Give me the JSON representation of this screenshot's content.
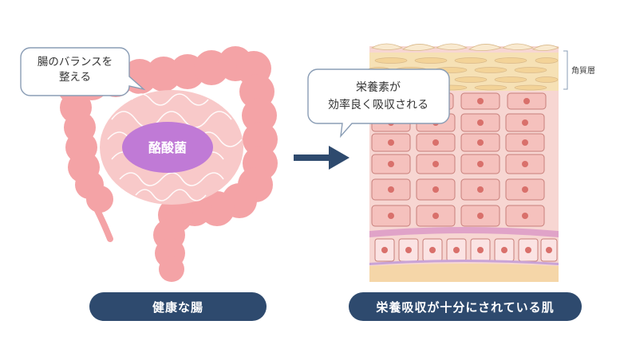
{
  "left_panel": {
    "speech_bubble": [
      "腸のバランスを",
      "整える"
    ],
    "center_label": "酪酸菌",
    "caption": "健康な腸"
  },
  "right_panel": {
    "speech_bubble": [
      "栄養素が",
      "効率良く吸収される"
    ],
    "side_label": "角質層",
    "caption": "栄養吸収が十分にされている肌"
  },
  "colors": {
    "intestine": "#f4a3a6",
    "intestine_inner": "#f8c9c9",
    "bacteria": "#c07ad6",
    "arrow": "#2e4a6e",
    "pill": "#2e4a6e",
    "horny_layer": "#f6e1b5",
    "skin_cell": "#f5c1bd",
    "nucleus": "#d9706b"
  },
  "icons": [
    "right-arrow-icon"
  ]
}
